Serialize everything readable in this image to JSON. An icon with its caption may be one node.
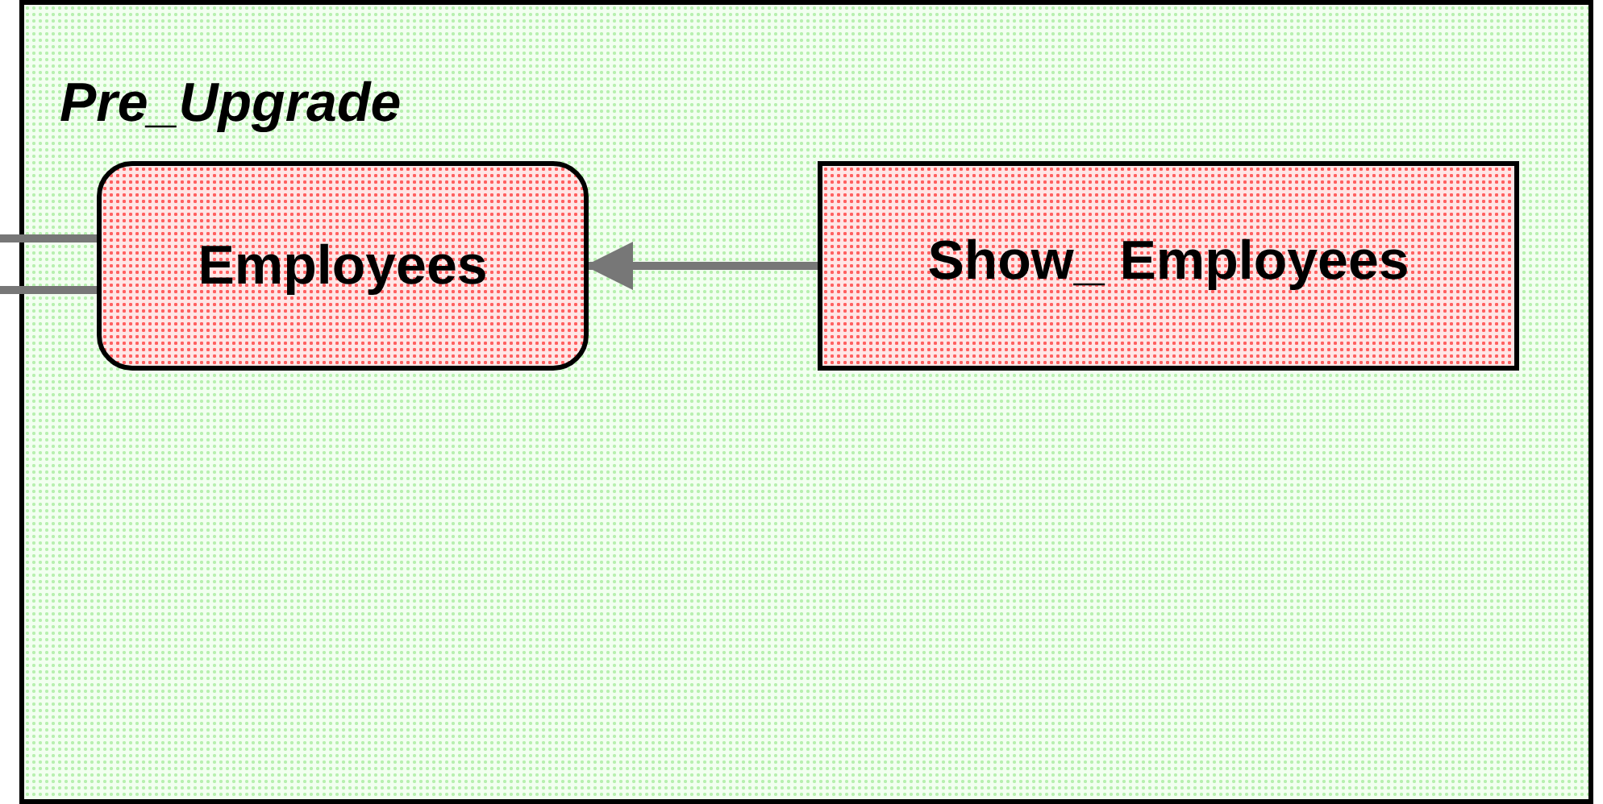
{
  "diagram": {
    "nodes": [
      {
        "text": [
          "Pre_Upgrade"
        ]
      },
      {
        "text": [
          "Employees"
        ],
        "in": 0
      },
      {
        "text": [
          "Show_ Employees"
        ],
        "in": 0
      }
    ],
    "edges": [
      {
        "from": 2,
        "to": 1,
        "arrow": "to"
      },
      {
        "from": null,
        "to": 1,
        "arrow": "none"
      },
      {
        "from": null,
        "to": 1,
        "arrow": "none"
      }
    ]
  }
}
